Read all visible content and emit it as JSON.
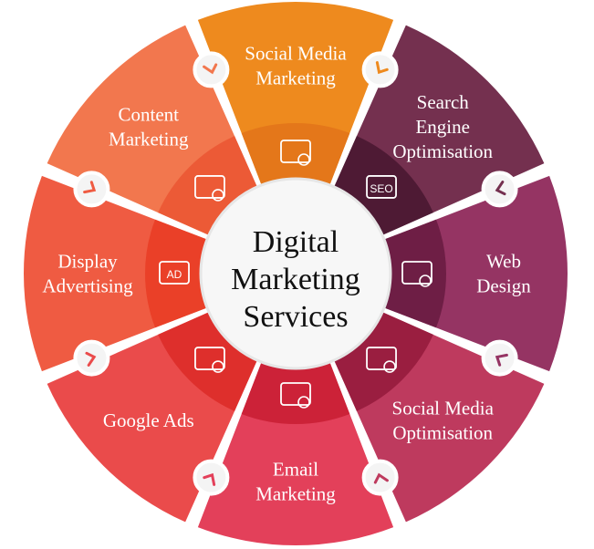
{
  "title": [
    "Digital",
    "Marketing",
    "Services"
  ],
  "segments": [
    {
      "label": [
        "Social Media",
        "Marketing"
      ],
      "icon": "web-megaphone-gear-icon",
      "color": "#EE8A1E",
      "inner": "#E4771A"
    },
    {
      "label": [
        "Search",
        "Engine",
        "Optimisation"
      ],
      "icon": "seo-monitor-icon",
      "icon_text": "SEO",
      "color": "#74304F",
      "inner": "#4E1A34"
    },
    {
      "label": [
        "Web",
        "Design"
      ],
      "icon": "code-window-gear-icon",
      "color": "#953463",
      "inner": "#6E1E45"
    },
    {
      "label": [
        "Social Media",
        "Optimisation"
      ],
      "icon": "social-gear-icon",
      "color": "#BE3A5E",
      "inner": "#9A1E40"
    },
    {
      "label": [
        "Email",
        "Marketing"
      ],
      "icon": "envelope-megaphone-icon",
      "color": "#E3405A",
      "inner": "#CC2238"
    },
    {
      "label": [
        "Google Ads"
      ],
      "icon": "google-ads-icon",
      "color": "#EA4B4B",
      "inner": "#DE2F2C"
    },
    {
      "label": [
        "Display",
        "Advertising"
      ],
      "icon": "ad-board-icon",
      "icon_text": "AD",
      "color": "#EF5B42",
      "inner": "#EA4028"
    },
    {
      "label": [
        "Content",
        "Marketing"
      ],
      "icon": "content-megaphone-icon",
      "color": "#F2774E",
      "inner": "#EC5A36"
    }
  ]
}
